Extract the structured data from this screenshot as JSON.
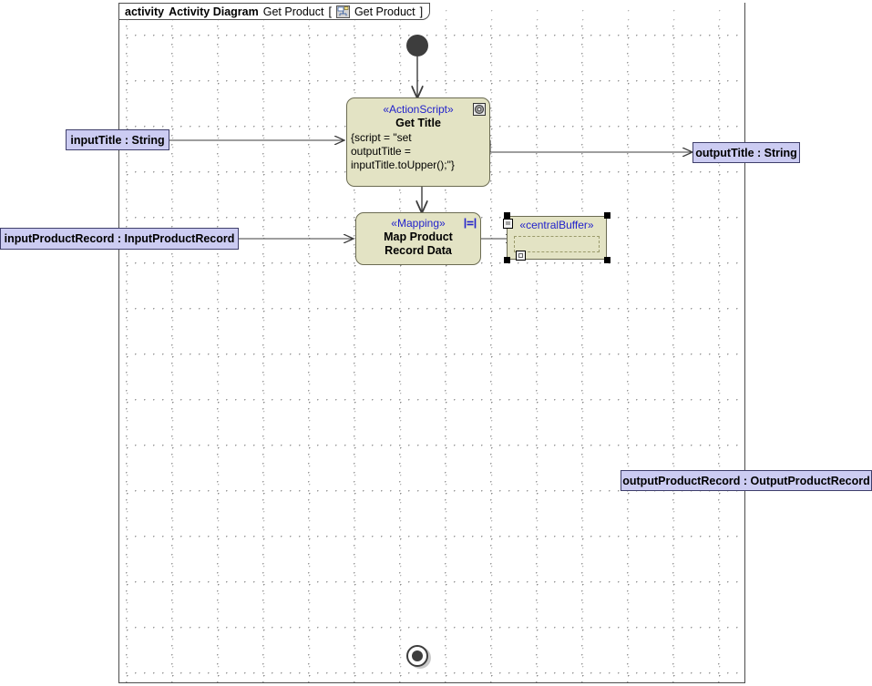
{
  "frame": {
    "keyword": "activity",
    "diagram_type": "Activity Diagram",
    "name": "Get Product",
    "bracket_open": "[",
    "bracket_close": "]",
    "qualified_name": "Get Product",
    "icon": "activity-diagram-icon"
  },
  "nodes": {
    "initial": {
      "name": "initial-node"
    },
    "final": {
      "name": "activity-final-node"
    },
    "get_title": {
      "stereotype": "«ActionScript»",
      "name": "Get Title",
      "body_line1": "{script = \"set",
      "body_line2": "outputTitle =",
      "body_line3": "inputTitle.toUpper();\"}",
      "icon": "actionscript-gear-icon"
    },
    "map_product": {
      "stereotype": "«Mapping»",
      "name_line1": "Map Product",
      "name_line2": "Record Data",
      "icon": "mapping-icon"
    },
    "central_buffer": {
      "stereotype": "«centralBuffer»",
      "handle_icon": "resize-handle-icon",
      "corner_icon": "anchor-handle-icon"
    }
  },
  "parameters": {
    "input_title": "inputTitle : String",
    "input_product_record": "inputProductRecord : InputProductRecord",
    "output_title": "outputTitle : String",
    "output_product_record": "outputProductRecord : OutputProductRecord"
  },
  "colors": {
    "action_fill": "#e3e3c4",
    "action_stroke": "#6b6b52",
    "param_fill": "#ccccf2",
    "param_stroke": "#3f3f6b",
    "stereotype_text": "#2222cc",
    "edge": "#3d3d3d",
    "frame_stroke": "#4d4d4d",
    "grid_dot": "#9a9a9a",
    "canvas_bg": "#ffffff"
  }
}
